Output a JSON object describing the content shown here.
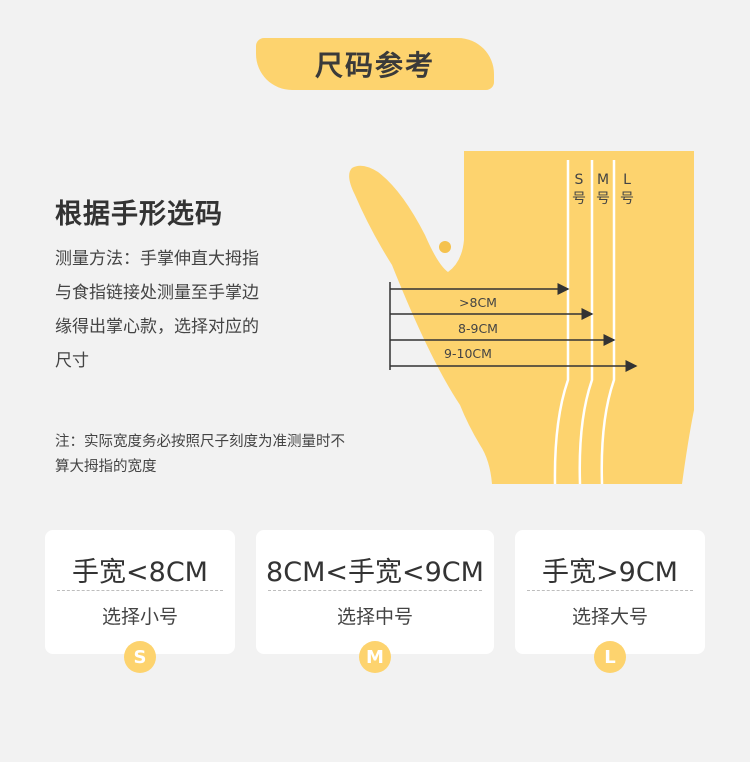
{
  "header": {
    "title": "尺码参考"
  },
  "guide": {
    "heading": "根据手形选码",
    "method_lines": [
      "测量方法：手掌伸直大拇指",
      "与食指链接处测量至手掌边",
      "缘得出掌心款，选择对应的",
      "尺寸"
    ],
    "note_lines": [
      "注：实际宽度务必按照尺子刻度为准测量时不",
      "算大拇指的宽度"
    ]
  },
  "diagram": {
    "size_marks": [
      {
        "letter": "S",
        "suffix": "号"
      },
      {
        "letter": "M",
        "suffix": "号"
      },
      {
        "letter": "L",
        "suffix": "号"
      }
    ],
    "arrows": [
      ">8CM",
      "8-9CM",
      "9-10CM"
    ]
  },
  "cards": [
    {
      "range": "手宽<8CM",
      "choice": "选择小号",
      "badge": "S"
    },
    {
      "range": "8CM<手宽<9CM",
      "choice": "选择中号",
      "badge": "M"
    },
    {
      "range": "手宽>9CM",
      "choice": "选择大号",
      "badge": "L"
    }
  ],
  "colors": {
    "accent": "#fdd36e",
    "background": "#f2f2f2",
    "card": "#ffffff"
  }
}
